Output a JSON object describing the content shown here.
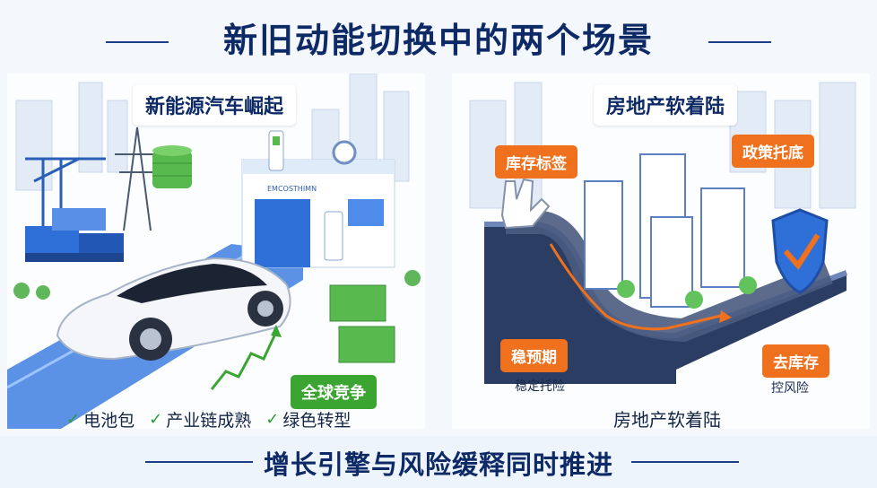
{
  "title": "新旧动能切换中的两个场景",
  "left": {
    "heading": "新能源汽车崛起",
    "factory_sign": "EMCOSTHIMN",
    "chip_competition": "全球竞争",
    "checks": [
      "电池包",
      "产业链成熟",
      "绿色转型"
    ]
  },
  "right": {
    "heading": "房地产软着陆",
    "labels": {
      "inventory_label": "库存标签",
      "policy_support": "政策托底",
      "stabilize_expectation": "稳预期",
      "destock": "去库存"
    },
    "notes": {
      "stable_care": "稳定托险",
      "control_risk": "控风险"
    },
    "caption": "房地产软着陆"
  },
  "footer": "增长引擎与风险缓释同时推进",
  "colors": {
    "navy": "#0e2a66",
    "orange": "#f0711d",
    "green": "#3ba532",
    "blue": "#2f6fd8"
  }
}
